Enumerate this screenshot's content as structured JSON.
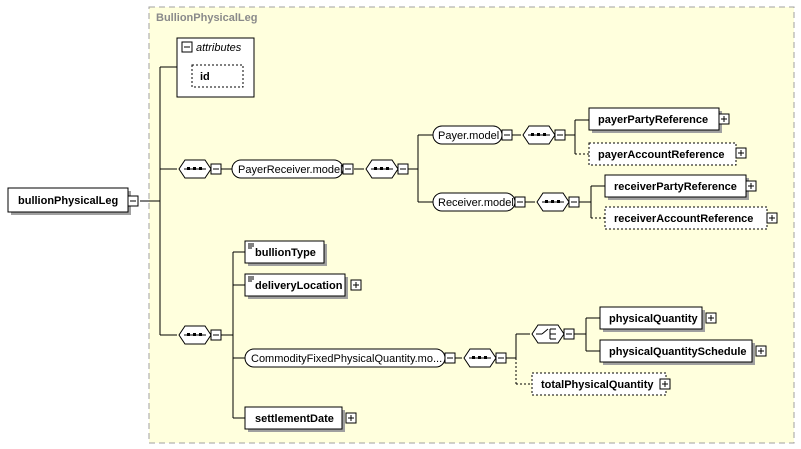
{
  "diagram": {
    "root": "bullionPhysicalLeg",
    "group_title": "BullionPhysicalLeg",
    "attributes": {
      "label": "attributes",
      "items": [
        "id"
      ]
    },
    "payer_receiver_model": "PayerReceiver.model",
    "payer_model": "Payer.model",
    "receiver_model": "Receiver.model",
    "payer_party_reference": "payerPartyReference",
    "payer_account_reference": "payerAccountReference",
    "receiver_party_reference": "receiverPartyReference",
    "receiver_account_reference": "receiverAccountReference",
    "bullion_type": "bullionType",
    "delivery_location": "deliveryLocation",
    "commodity_model": "CommodityFixedPhysicalQuantity.mo...",
    "physical_quantity": "physicalQuantity",
    "physical_quantity_schedule": "physicalQuantitySchedule",
    "total_physical_quantity": "totalPhysicalQuantity",
    "settlement_date": "settlementDate"
  },
  "colors": {
    "group_fill": "#ffffdd",
    "group_border": "#a0a0a0",
    "box_border": "#000000",
    "shadow": "#a0a0a0"
  }
}
